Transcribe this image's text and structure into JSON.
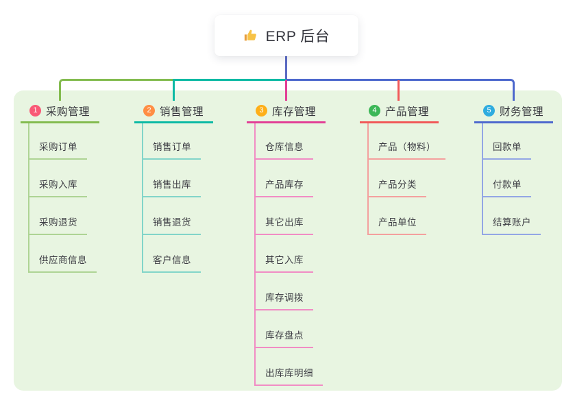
{
  "root": {
    "title": "ERP 后台",
    "icon": "thumbs-up"
  },
  "colors": {
    "page_bg": "#ffffff",
    "panel_bg": "#e8f5e1",
    "root_connector": "#5c6bc4",
    "text_primary": "#35353c",
    "text_child": "#3d3d44"
  },
  "branches": [
    {
      "badge": "1",
      "label": "采购管理",
      "badge_color": "#f95976",
      "line_color": "#83bb4f",
      "child_line_color": "#aed494",
      "children": [
        "采购订单",
        "采购入库",
        "采购退货",
        "供应商信息"
      ]
    },
    {
      "badge": "2",
      "label": "销售管理",
      "badge_color": "#ff8e44",
      "line_color": "#0cb9a4",
      "child_line_color": "#82d5c9",
      "children": [
        "销售订单",
        "销售出库",
        "销售退货",
        "客户信息"
      ]
    },
    {
      "badge": "3",
      "label": "库存管理",
      "badge_color": "#feaf19",
      "line_color": "#e23f96",
      "child_line_color": "#f18cc4",
      "children": [
        "仓库信息",
        "产品库存",
        "其它出库",
        "其它入库",
        "库存调拨",
        "库存盘点",
        "出库库明细"
      ]
    },
    {
      "badge": "4",
      "label": "产品管理",
      "badge_color": "#3cb757",
      "line_color": "#f15858",
      "child_line_color": "#f4a09e",
      "children": [
        "产品（物料）",
        "产品分类",
        "产品单位"
      ]
    },
    {
      "badge": "5",
      "label": "财务管理",
      "badge_color": "#2facdf",
      "line_color": "#4d68cd",
      "child_line_color": "#93a6e5",
      "children": [
        "回款单",
        "付款单",
        "结算账户"
      ]
    }
  ]
}
